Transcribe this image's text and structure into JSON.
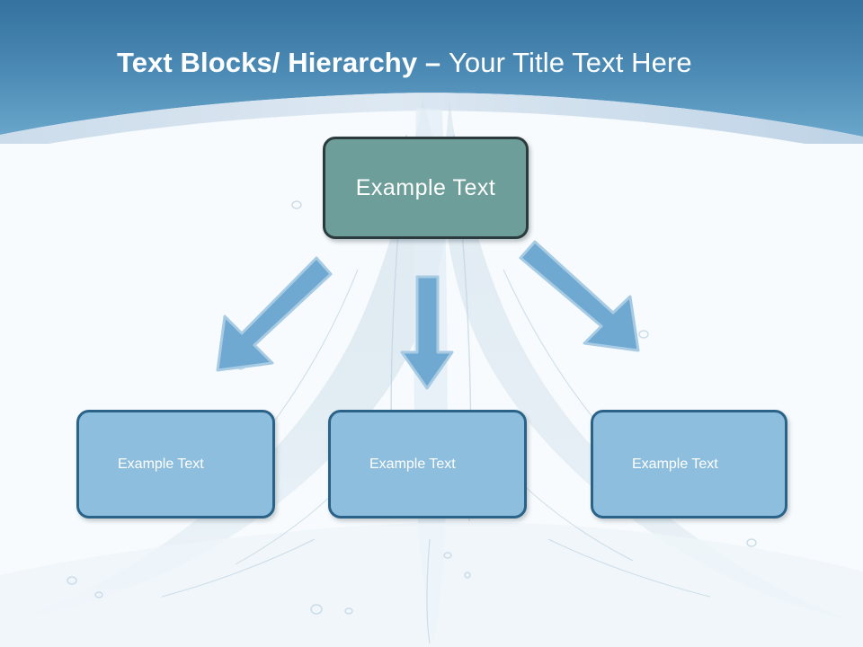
{
  "slide": {
    "title_bold": "Text Blocks/ Hierarchy ",
    "title_separator": "– ",
    "title_regular": "Your Title Text Here"
  },
  "diagram": {
    "type": "hierarchy",
    "root": {
      "label": "Example Text",
      "fill": "#6d9e99",
      "border": "#2b3a3c",
      "text_color": "#ffffff"
    },
    "children": [
      {
        "label": "Example Text",
        "fill": "#8dbede",
        "border": "#2b6288",
        "text_color": "#ffffff"
      },
      {
        "label": "Example Text",
        "fill": "#8dbede",
        "border": "#2b6288",
        "text_color": "#ffffff"
      },
      {
        "label": "Example Text",
        "fill": "#8dbede",
        "border": "#2b6288",
        "text_color": "#ffffff"
      }
    ],
    "connectors": [
      {
        "name": "arrow-left",
        "direction": "down-left",
        "fill": "#6fa8d0",
        "border": "#a8cbe4"
      },
      {
        "name": "arrow-center",
        "direction": "down",
        "fill": "#6fa8d0",
        "border": "#a8cbe4"
      },
      {
        "name": "arrow-right",
        "direction": "down-right",
        "fill": "#6fa8d0",
        "border": "#a8cbe4"
      }
    ]
  },
  "theme": {
    "header_top": "#3d7ca8",
    "header_bottom": "#5f9ec6",
    "wave_band": "#c3d7e8",
    "body_bg": "#f7fbfd"
  }
}
